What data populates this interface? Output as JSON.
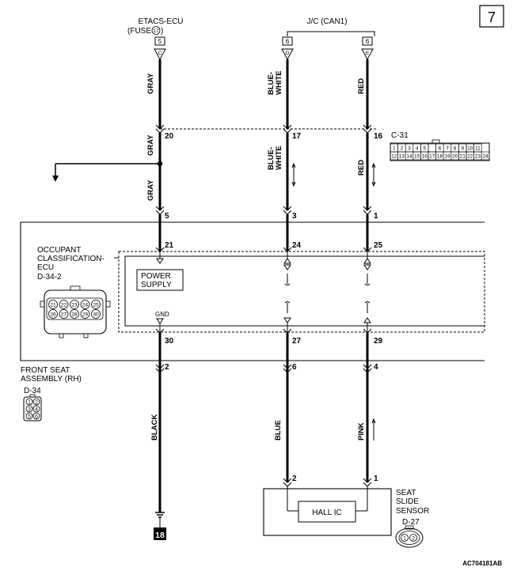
{
  "page_number": "7",
  "source_top_left": {
    "name": "ETACS-ECU",
    "sub": "(FUSE",
    "fuse_no": "17",
    "close": ")",
    "pin": "5",
    "terminal": "C"
  },
  "source_top_mid": {
    "name": "J/C (CAN1)",
    "left_pin": "6",
    "left_terminal": "D",
    "right_pin": "6",
    "right_terminal": "E"
  },
  "wires_top": {
    "gray": "GRAY",
    "bluewhite_1": "BLUE-",
    "bluewhite_2": "WHITE",
    "red": "RED"
  },
  "connector_c31": {
    "name": "C-31",
    "pins": [
      [
        "1",
        "2",
        "3",
        "4",
        "5",
        "",
        "6",
        "7",
        "8",
        "9",
        "10",
        "11"
      ],
      [
        "12",
        "13",
        "14",
        "15",
        "16",
        "17",
        "18",
        "19",
        "20",
        "21",
        "22",
        "23",
        "24"
      ]
    ],
    "pin_20": "20",
    "pin_17": "17",
    "pin_16": "16"
  },
  "mid_pins": {
    "gray_out": "5",
    "bw_out": "3",
    "red_out": "1"
  },
  "ecu": {
    "name_1": "OCCUPANT",
    "name_2": "CLASSIFICATION-",
    "name_3": "ECU",
    "connector": "D-34-2",
    "pins_row1": [
      "21",
      "22",
      "23",
      "24",
      "25"
    ],
    "pins_row2": [
      "26",
      "27",
      "28",
      "29",
      "30"
    ],
    "pin_21": "21",
    "pin_24": "24",
    "pin_25": "25",
    "pin_30": "30",
    "pin_27": "27",
    "pin_29": "29",
    "power_supply_1": "POWER",
    "power_supply_2": "SUPPLY",
    "gnd": "GND"
  },
  "assembly": {
    "name_1": "FRONT SEAT",
    "name_2": "ASSEMBLY (RH)",
    "connector": "D-34",
    "pins": [
      "1",
      "2",
      "3",
      "4",
      "5",
      "6"
    ],
    "pin_gnd": "2",
    "pin_blue": "6",
    "pin_pink": "4"
  },
  "wires_bottom": {
    "black": "BLACK",
    "blue": "BLUE",
    "pink": "PINK"
  },
  "sensor": {
    "name_1": "SEAT",
    "name_2": "SLIDE",
    "name_3": "SENSOR",
    "connector": "D-27",
    "ic": "HALL IC",
    "pin_blue": "2",
    "pin_pink": "1",
    "pins": [
      "1",
      "2"
    ]
  },
  "ground_no": "18",
  "figure_code": "AC704181AB"
}
